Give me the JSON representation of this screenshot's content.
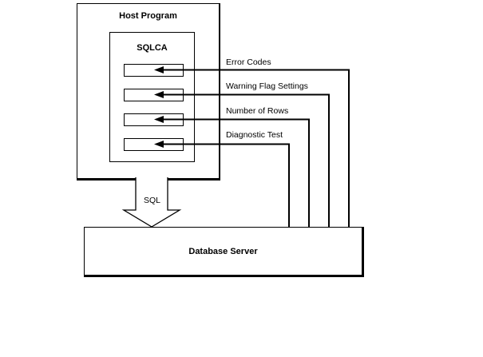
{
  "diagram": {
    "host_program_label": "Host Program",
    "sqlca_label": "SQLCA",
    "sql_label": "SQL",
    "database_server_label": "Database Server",
    "connectors": [
      {
        "label": "Error Codes"
      },
      {
        "label": "Warning Flag Settings"
      },
      {
        "label": "Number of Rows"
      },
      {
        "label": "Diagnostic Test"
      }
    ],
    "colors": {
      "line": "#000000",
      "background": "#ffffff",
      "text": "#000000"
    }
  }
}
